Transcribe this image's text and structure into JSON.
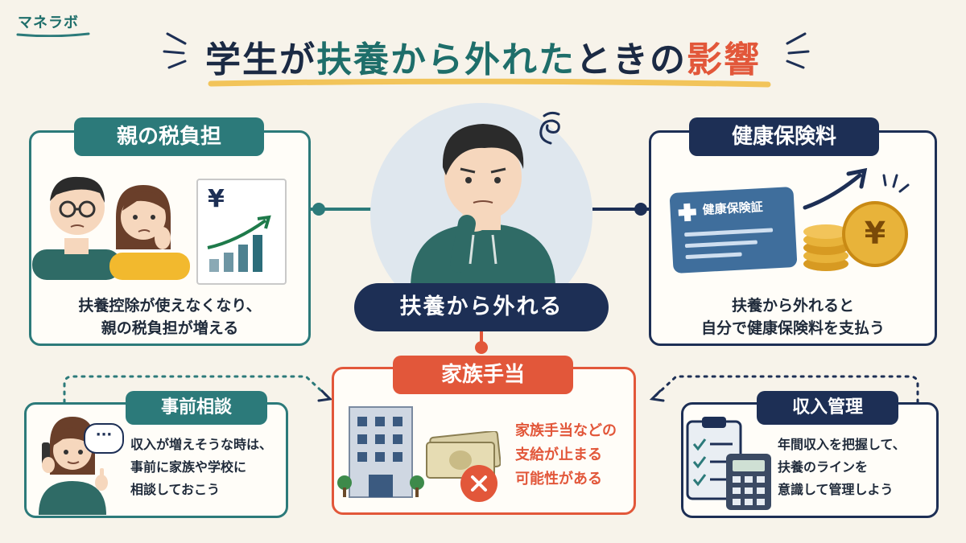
{
  "logo": {
    "text": "マネラボ"
  },
  "title": {
    "part1": "学生が",
    "part2": "扶養から外れた",
    "part3": "ときの",
    "part4": "影響"
  },
  "center": {
    "label": "扶養から外れる"
  },
  "parent_tax": {
    "label": "親の税負担",
    "line1": "扶養控除が使えなくなり、",
    "line2": "親の税負担が増える",
    "icon_symbol": "¥"
  },
  "health": {
    "label": "健康保険料",
    "card_text": "健康保険証",
    "coin_symbol": "¥",
    "line1": "扶養から外れると",
    "line2": "自分で健康保険料を支払う"
  },
  "family": {
    "label": "家族手当",
    "line1": "家族手当などの",
    "line2": "支給が止まる",
    "line3": "可能性がある"
  },
  "consult": {
    "label": "事前相談",
    "line1": "収入が増えそうな時は、",
    "line2": "事前に家族や学校に",
    "line3": "相談しておこう",
    "bubble": "···"
  },
  "income": {
    "label": "収入管理",
    "line1": "年間収入を把握して、",
    "line2": "扶養のラインを",
    "line3": "意識して管理しよう"
  },
  "colors": {
    "teal": "#2c7a7a",
    "navy": "#1d2f55",
    "red": "#e2573a",
    "background": "#f7f3ea"
  }
}
